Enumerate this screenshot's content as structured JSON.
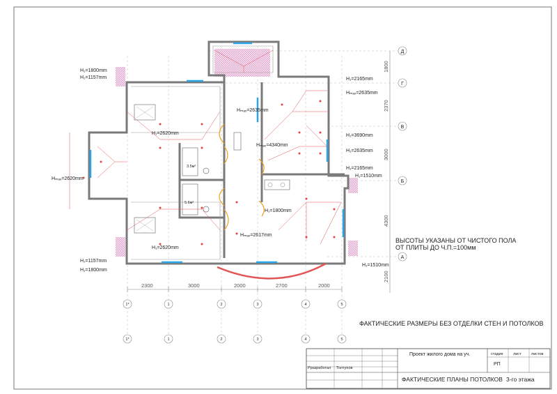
{
  "heights": {
    "h1800_tl": "H₁=1800mm",
    "h1157_tl": "H₁=1157mm",
    "h2620_top": "H₁=2620mm",
    "h2635_mid": "Hₘₐₓ=2635mm",
    "h4340": "Hₘₐₓ=4340mm",
    "h2620_left": "Hₘₐₓ=2620mm",
    "h1800_mid": "H₁=1800mm",
    "h2617": "Hₘₐₓ=2617mm",
    "h2620_bot": "H₁=2620mm",
    "h1157_bl": "H₁=1157mm",
    "h1800_bl": "H₁=1800mm",
    "h2165_top": "H₁=2165mm",
    "h2635_top": "Hₘₐₓ=2635mm",
    "h3690": "H₁=3690mm",
    "h2635_right": "H₁=2635mm",
    "h2165_right": "H₁=2165mm",
    "h1510_top": "H₁=1510mm",
    "h1510_bot": "H₁=1510mm"
  },
  "note": {
    "line1": "ВЫСОТЫ УКАЗАНЫ ОТ ЧИСТОГО ПОЛА",
    "line2": "ОТ ПЛИТЫ ДО Ч.П.=100мм"
  },
  "caption": "ФАКТИЧЕСКИЕ РАЗМЕРЫ БЕЗ ОТДЕЛКИ СТЕН И ПОТОЛКОВ",
  "axes": {
    "x": [
      "1*",
      "1",
      "2",
      "3",
      "4",
      "5"
    ],
    "y": [
      "Д",
      "Г",
      "В",
      "Б",
      "А"
    ]
  },
  "dims_bottom": [
    "2300",
    "3000",
    "2000",
    "2700",
    "2000"
  ],
  "dims_right": [
    "1800",
    "2370",
    "3000",
    "4300",
    "2100"
  ],
  "rooms": {
    "area1": "3.5м²",
    "area2": "5.6м²"
  },
  "title_block": {
    "project": "Проект жилого дома на уч.",
    "stage_label": "стадия",
    "sheet_label": "лист",
    "sheets_label": "листов",
    "stage": "РП",
    "developed_label": "Рразработал",
    "author": "Толтунов",
    "title": "ФАКТИЧЕСКИЕ ПЛАНЫ ПОТОЛКОВ",
    "floor": "3-го этажа"
  },
  "colors": {
    "window": "#2aa7e6",
    "door": "#f0a020",
    "ceiling_mark": "#e24444",
    "hatch": "#d87ab8"
  }
}
